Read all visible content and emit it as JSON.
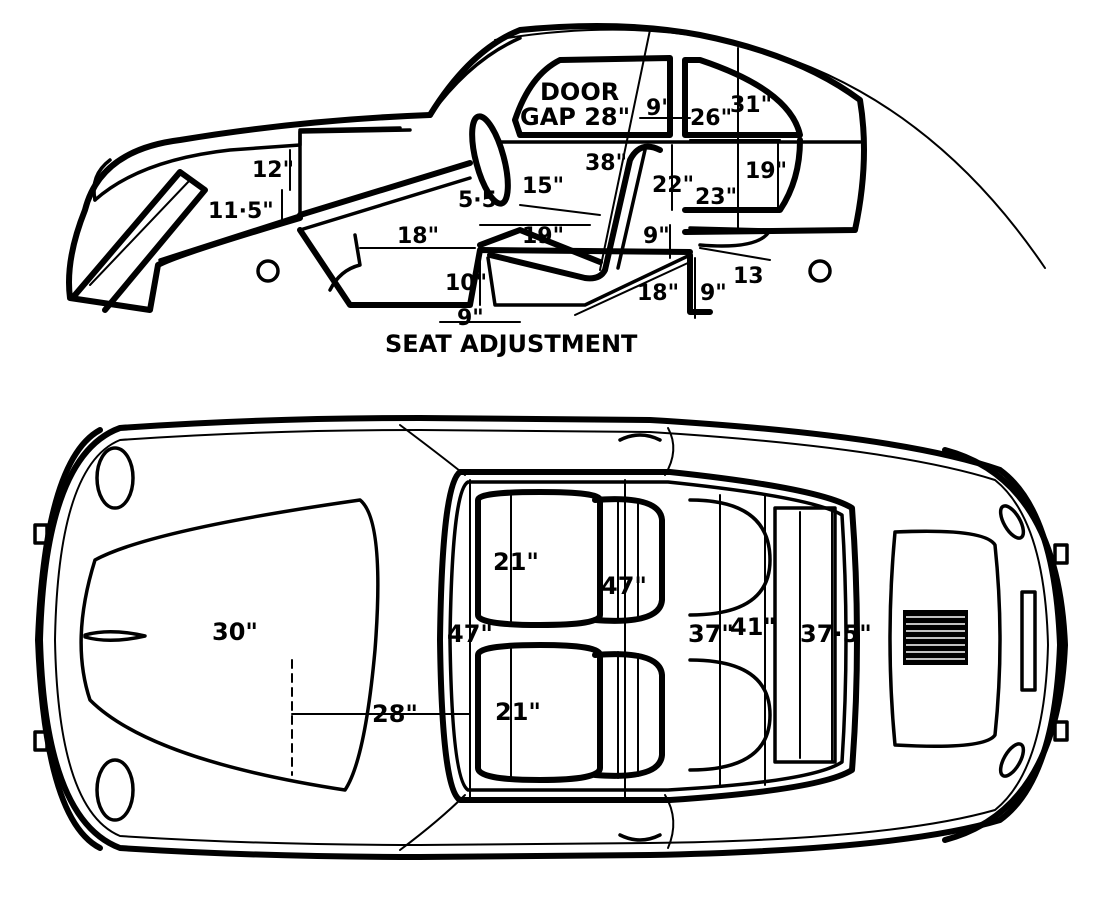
{
  "side_view": {
    "door_gap_line1": "DOOR",
    "door_gap_line2": "GAP 28\"",
    "dim_9_top": "9\"",
    "dim_26": "26\"",
    "dim_31": "31\"",
    "dim_38": "38\"",
    "dim_12": "12\"",
    "dim_11_5": "11·5\"",
    "dim_15": "15\"",
    "dim_22": "22\"",
    "dim_23": "23\"",
    "dim_19_right": "19\"",
    "dim_5_5": "5·5",
    "dim_19_seat": "19\"",
    "dim_18_floor": "18\"",
    "dim_9_seat": "9\"",
    "dim_10": "10\"",
    "dim_18_lower": "18\"",
    "dim_9_right": "9\"",
    "dim_13": "13",
    "dim_9_adjust": "9\"",
    "seat_adjustment": "SEAT ADJUSTMENT"
  },
  "top_view": {
    "dim_30": "30\"",
    "dim_28": "28\"",
    "dim_21_top": "21\"",
    "dim_21_bottom": "21\"",
    "dim_47_seat": "47\"",
    "dim_47_width": "47\"",
    "dim_37": "37\"",
    "dim_41": "41\"",
    "dim_37_5": "37·5\""
  }
}
